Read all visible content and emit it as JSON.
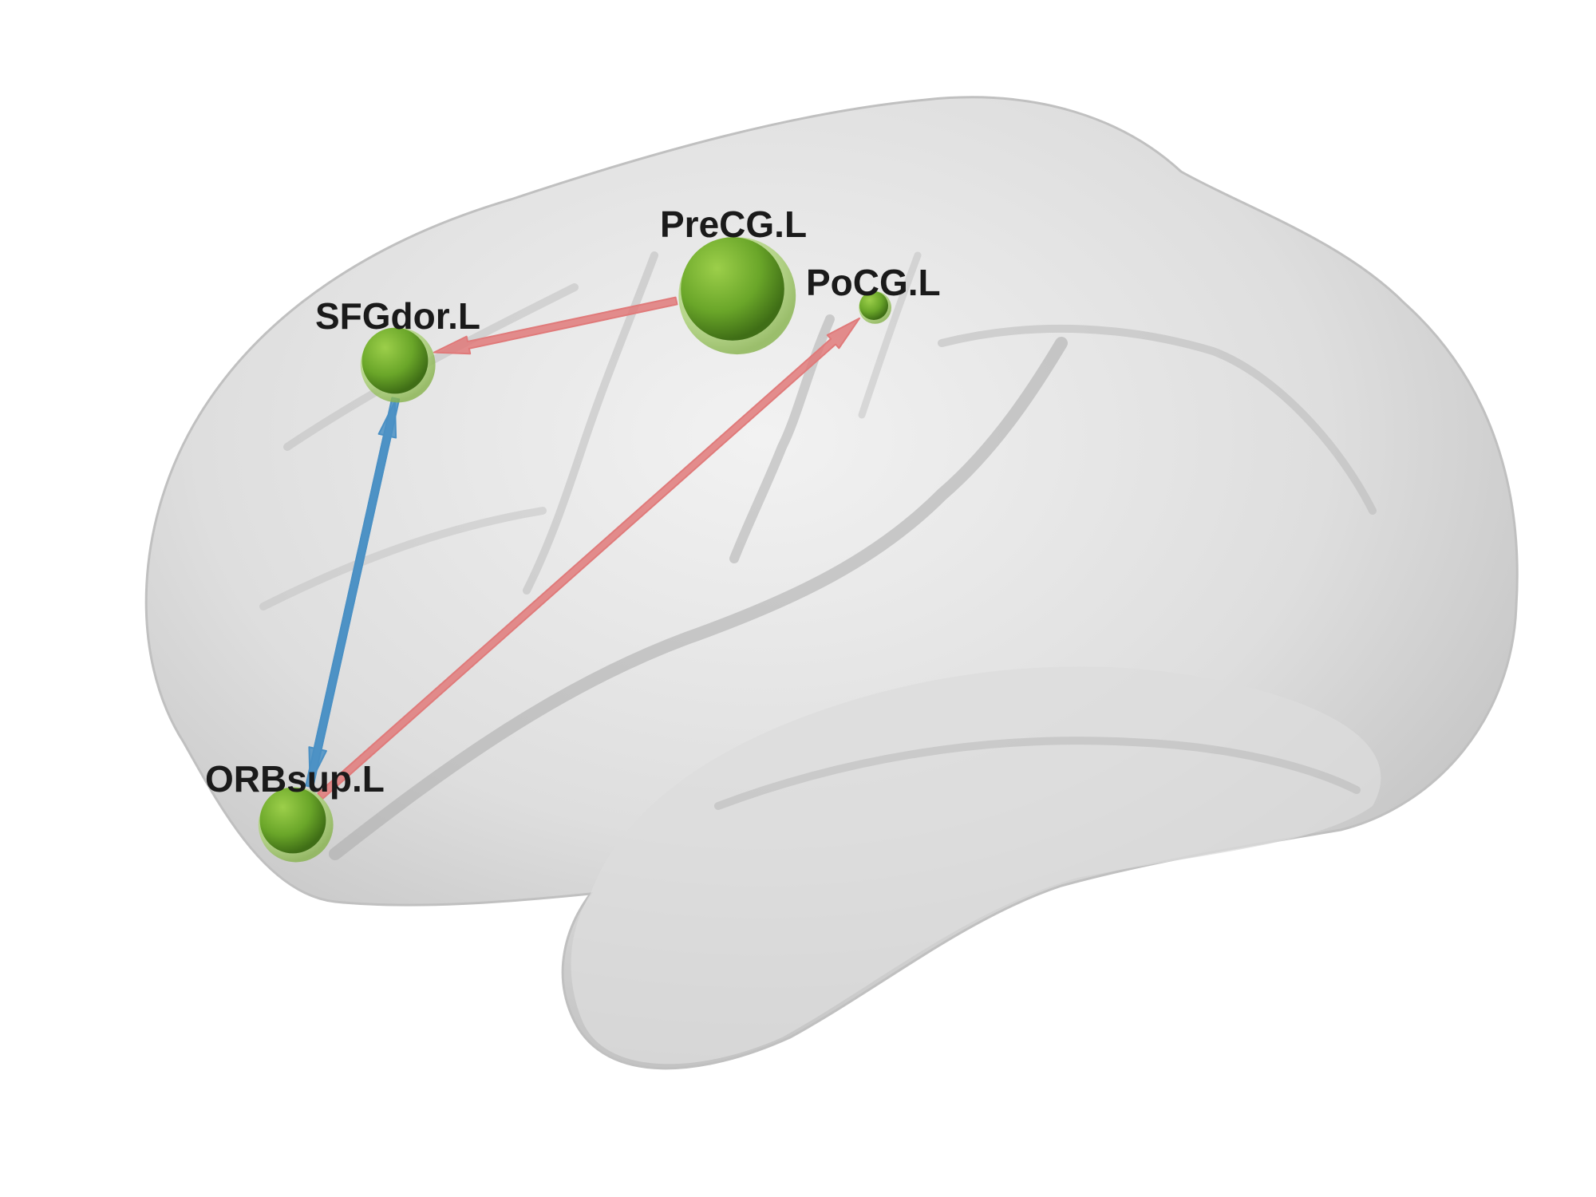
{
  "colors": {
    "background": "#ffffff",
    "brain_surface": "#d9d9d9",
    "node": "#6aa629",
    "edge_positive": "#e07a7a",
    "edge_negative": "#4a90c4",
    "label": "#1a1a1a"
  },
  "nodes": [
    {
      "id": "SFGdor.L",
      "label": "SFGdor.L",
      "size": "large"
    },
    {
      "id": "PreCG.L",
      "label": "PreCG.L",
      "size": "largest"
    },
    {
      "id": "PoCG.L",
      "label": "PoCG.L",
      "size": "small"
    },
    {
      "id": "ORBsup.L",
      "label": "ORBsup.L",
      "size": "large"
    }
  ],
  "edges": [
    {
      "from": "PreCG.L",
      "to": "SFGdor.L",
      "sign": "positive"
    },
    {
      "from": "ORBsup.L",
      "to": "PoCG.L",
      "sign": "positive"
    },
    {
      "from": "SFGdor.L",
      "to": "ORBsup.L",
      "sign": "negative"
    },
    {
      "from": "ORBsup.L",
      "to": "SFGdor.L",
      "sign": "negative"
    }
  ]
}
